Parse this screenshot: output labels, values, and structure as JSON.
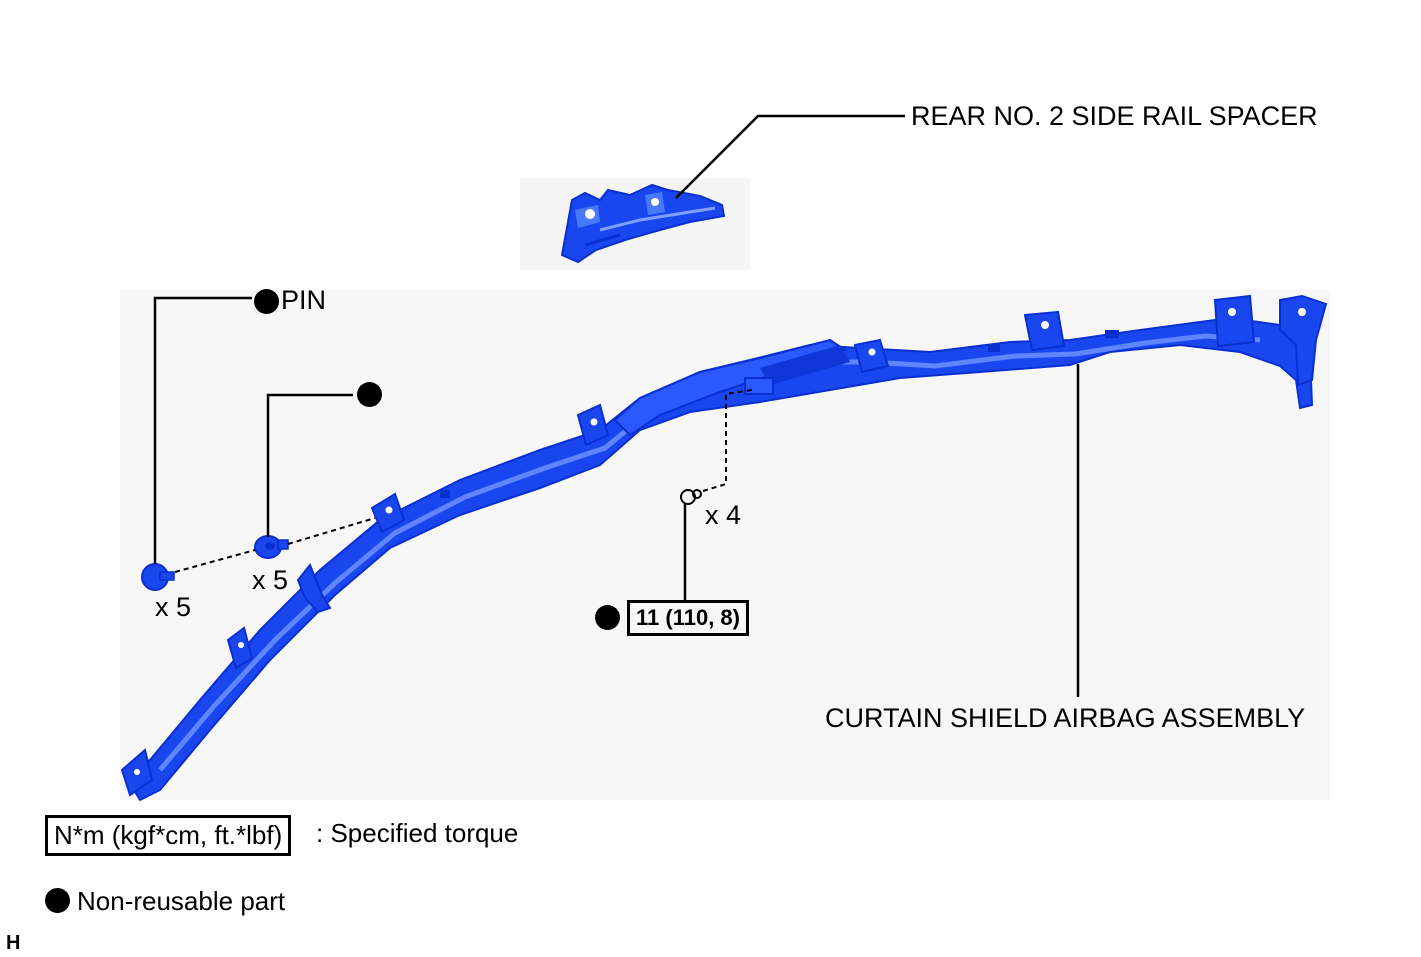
{
  "labels": {
    "spacer": "REAR NO. 2 SIDE RAIL SPACER",
    "pin": "PIN",
    "curtain": "CURTAIN SHIELD AIRBAG ASSEMBLY",
    "qty_pin": "x 5",
    "qty_clip": "x 5",
    "qty_nut": "x 4",
    "torque_value": "11 (110, 8)"
  },
  "legend": {
    "torque_unit": "N*m (kgf*cm, ft.*lbf)",
    "torque_desc": ": Specified torque",
    "nonreusable": "Non-reusable part"
  },
  "corner_mark": "H",
  "colors": {
    "part": "#1a46f0",
    "part_dark": "#0a2fd0",
    "part_light": "#4a78ff",
    "line": "#000000"
  }
}
